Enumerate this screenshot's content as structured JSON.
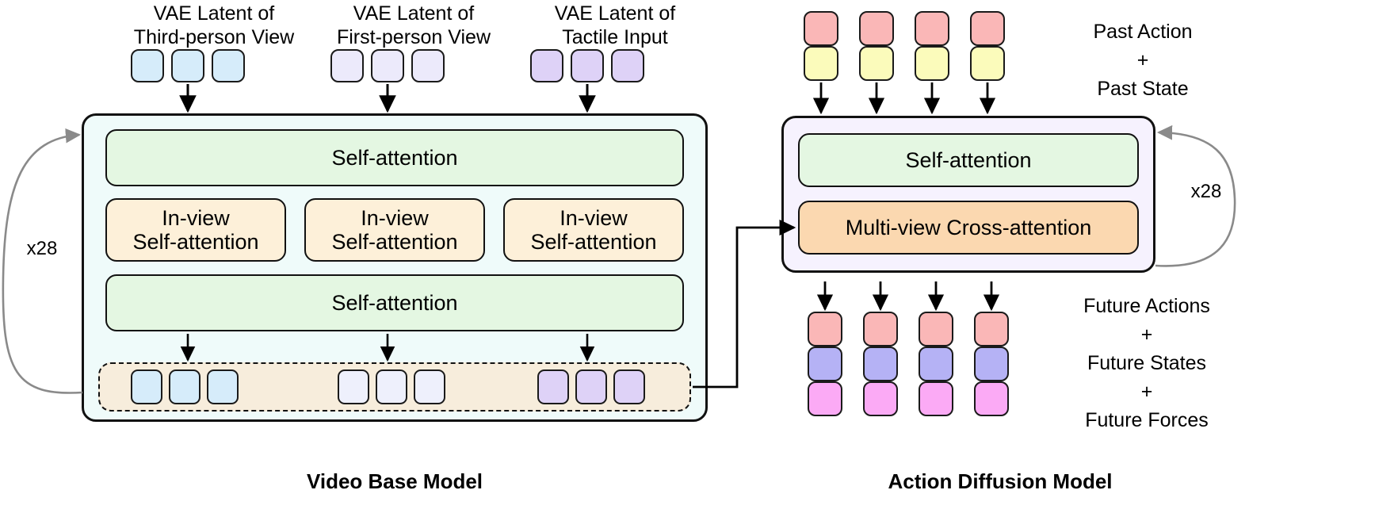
{
  "diagram": {
    "title_left": "Video Base Model",
    "title_right": "Action Diffusion Model",
    "loop_left_label": "x28",
    "loop_right_label": "x28"
  },
  "inputs": [
    {
      "id": "third-person",
      "caption": "VAE Latent of\nThird-person View",
      "color": "#d6ecfa",
      "tokens": 3
    },
    {
      "id": "first-person",
      "caption": "VAE Latent of\nFirst-person View",
      "color": "#eceafb",
      "tokens": 3
    },
    {
      "id": "tactile",
      "caption": "VAE Latent of\nTactile Input",
      "color": "#ded2f7",
      "tokens": 3
    }
  ],
  "video_base_model": {
    "top_block": {
      "label": "Self-attention",
      "color": "#e4f7e2"
    },
    "mid_blocks": [
      {
        "label": "In-view\nSelf-attention",
        "color": "#fdf0d9"
      },
      {
        "label": "In-view\nSelf-attention",
        "color": "#fdf0d9"
      },
      {
        "label": "In-view\nSelf-attention",
        "color": "#fdf0d9"
      }
    ],
    "bottom_block": {
      "label": "Self-attention",
      "color": "#e4f7e2"
    },
    "output_band": {
      "color": "#f7eddc",
      "groups": [
        {
          "id": "third-person-out",
          "color": "#d6ecfa",
          "tokens": 3
        },
        {
          "id": "first-person-out",
          "color": "#eef0fc",
          "tokens": 3
        },
        {
          "id": "tactile-out",
          "color": "#ded2f7",
          "tokens": 3
        }
      ]
    },
    "panel_color": "#effbfa"
  },
  "action_diffusion_model": {
    "panel_color": "#f6f2fe",
    "self_attention": {
      "label": "Self-attention",
      "color": "#e4f7e2"
    },
    "cross_attention": {
      "label": "Multi-view Cross-attention",
      "color": "#fbd8b0"
    },
    "input_label": "Past Action\n+\nPast State",
    "output_label": "Future Actions\n+\nFuture States\n+\nFuture Forces",
    "input_token_columns": 4,
    "input_token_rows": [
      {
        "name": "past-action",
        "color": "#fab7b7"
      },
      {
        "name": "past-state",
        "color": "#fbfbbb"
      }
    ],
    "output_token_columns": 4,
    "output_token_rows": [
      {
        "name": "future-actions",
        "color": "#fab7b7"
      },
      {
        "name": "future-states",
        "color": "#b5b2f5"
      },
      {
        "name": "future-forces",
        "color": "#fbaaf5"
      }
    ]
  },
  "colors": {
    "stroke": "#111111",
    "loop_arrow": "#8a8a8a",
    "connector": "#000000",
    "background": "#ffffff"
  }
}
